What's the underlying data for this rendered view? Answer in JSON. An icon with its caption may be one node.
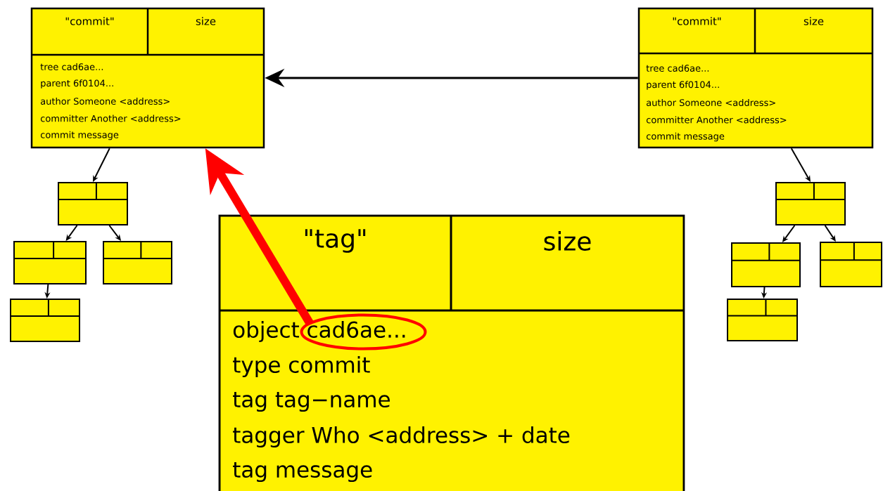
{
  "diagram": {
    "nodes": [
      {
        "text": [
          "\"commit\"",
          "size",
          "tree cad6ae...",
          "parent 6f0104...",
          "author Someone <address>",
          "committer Another <address>",
          "commit message"
        ]
      },
      {
        "text": [
          "\"commit\"",
          "size",
          "tree cad6ae...",
          "parent 6f0104...",
          "author Someone <address>",
          "committer Another <address>",
          "commit message"
        ]
      },
      {
        "text": [
          "\"tag\"",
          "size",
          "object cad6ae...",
          "type commit",
          "tag tag−name",
          "tagger Who <address> + date",
          "tag message"
        ]
      },
      {
        "text": [],
        "shape": "box"
      },
      {
        "text": [],
        "shape": "box"
      },
      {
        "text": [],
        "shape": "box"
      },
      {
        "text": [],
        "shape": "box"
      },
      {
        "text": [],
        "shape": "box"
      },
      {
        "text": [],
        "shape": "box"
      },
      {
        "text": [],
        "shape": "box"
      },
      {
        "text": [],
        "shape": "box"
      }
    ],
    "edges": [
      {
        "from": 1,
        "to": 0,
        "arrow": "to"
      },
      {
        "from": 2,
        "to": 0,
        "arrow": "to",
        "style": "thick",
        "color": "#ff0000"
      },
      {
        "from": 0,
        "to": 3,
        "arrow": "to"
      },
      {
        "from": 3,
        "to": 4,
        "arrow": "to"
      },
      {
        "from": 3,
        "to": 5,
        "arrow": "to"
      },
      {
        "from": 4,
        "to": 6,
        "arrow": "to"
      },
      {
        "from": 1,
        "to": 7,
        "arrow": "to"
      },
      {
        "from": 7,
        "to": 8,
        "arrow": "to"
      },
      {
        "from": 7,
        "to": 9,
        "arrow": "to"
      },
      {
        "from": 8,
        "to": 10,
        "arrow": "to"
      }
    ]
  }
}
